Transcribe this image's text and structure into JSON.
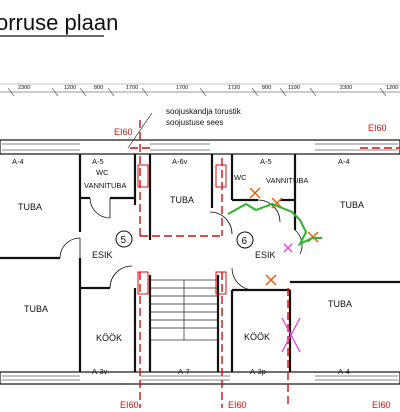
{
  "title": "orruse plaan",
  "dimensions": [
    "2300",
    "1200",
    "800",
    "1700",
    "1700",
    "1720",
    "800",
    "1190",
    "2300",
    "1200"
  ],
  "notes": {
    "line1": "soojuskandja torustik",
    "line2": "soojustuse sees"
  },
  "fire_labels": {
    "top_left": "EI60",
    "top_right": "EI60",
    "bottom_left": "EI60",
    "bottom_mid": "EI60",
    "bottom_right": "EI60"
  },
  "apartment_numbers": {
    "left": "5",
    "right": "6"
  },
  "rooms": {
    "a4_left_top": "A-4",
    "a5_left": "A-5",
    "wc_left": "WC",
    "vannituba_left": "VANNITUBA",
    "a6v": "A-6v",
    "a5_right": "A-5",
    "wc_right": "WC",
    "vannituba_right": "VANNITUBA",
    "a4_right_top": "A-4",
    "tuba_left_top": "TUBA",
    "tuba_center": "TUBA",
    "tuba_right_top": "TUBA",
    "esik_left": "ESIK",
    "esik_right": "ESIK",
    "tuba_left_bottom": "TUBA",
    "tuba_right_bottom": "TUBA",
    "kook_left": "KÖÖK",
    "kook_right": "KÖÖK",
    "a3v": "A-3v",
    "a7": "A-7",
    "a3p": "A-3p",
    "a4_right_bottom": "A-4"
  },
  "colors": {
    "wall": "#111111",
    "fire_line": "#d01010",
    "green_mark": "#2bb52b",
    "magenta_mark": "#e040e0",
    "orange_mark": "#e06010"
  }
}
